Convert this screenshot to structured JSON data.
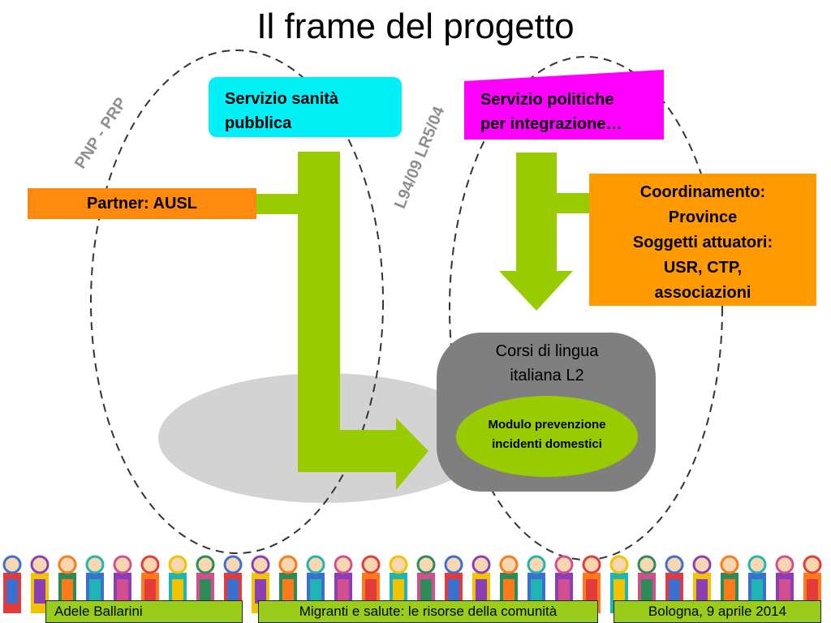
{
  "title": "Il frame del progetto",
  "boxes": {
    "sanita": [
      "Servizio sanità",
      "pubblica"
    ],
    "politiche": [
      "Servizio politiche",
      "per integrazione…"
    ],
    "partner": "Partner: AUSL",
    "coordinamento": [
      "Coordinamento:",
      "Province",
      "Soggetti attuatori:",
      "USR, CTP,",
      "associazioni"
    ],
    "corsi": [
      "Corsi di lingua",
      "italiana L2"
    ],
    "modulo": [
      "Modulo prevenzione",
      "incidenti domestici"
    ]
  },
  "labels": {
    "left_ellipse": "PNP - PRP",
    "right_ellipse": "L94/09 LR5/04"
  },
  "footer": {
    "author": "Adele Ballarini",
    "topic": "Migranti e salute: le risorse della comunità",
    "place_date": "Bologna, 9 aprile 2014"
  },
  "colors": {
    "green_arrow": "#99cc00",
    "cyan": "#00f0f7",
    "magenta": "#ff00ff",
    "orange": "#ff9a00",
    "gray_box": "#7f7f7f",
    "footer_green": "#9acd1a"
  },
  "icons": {
    "footer_decoration": "children-drawings-strip"
  }
}
